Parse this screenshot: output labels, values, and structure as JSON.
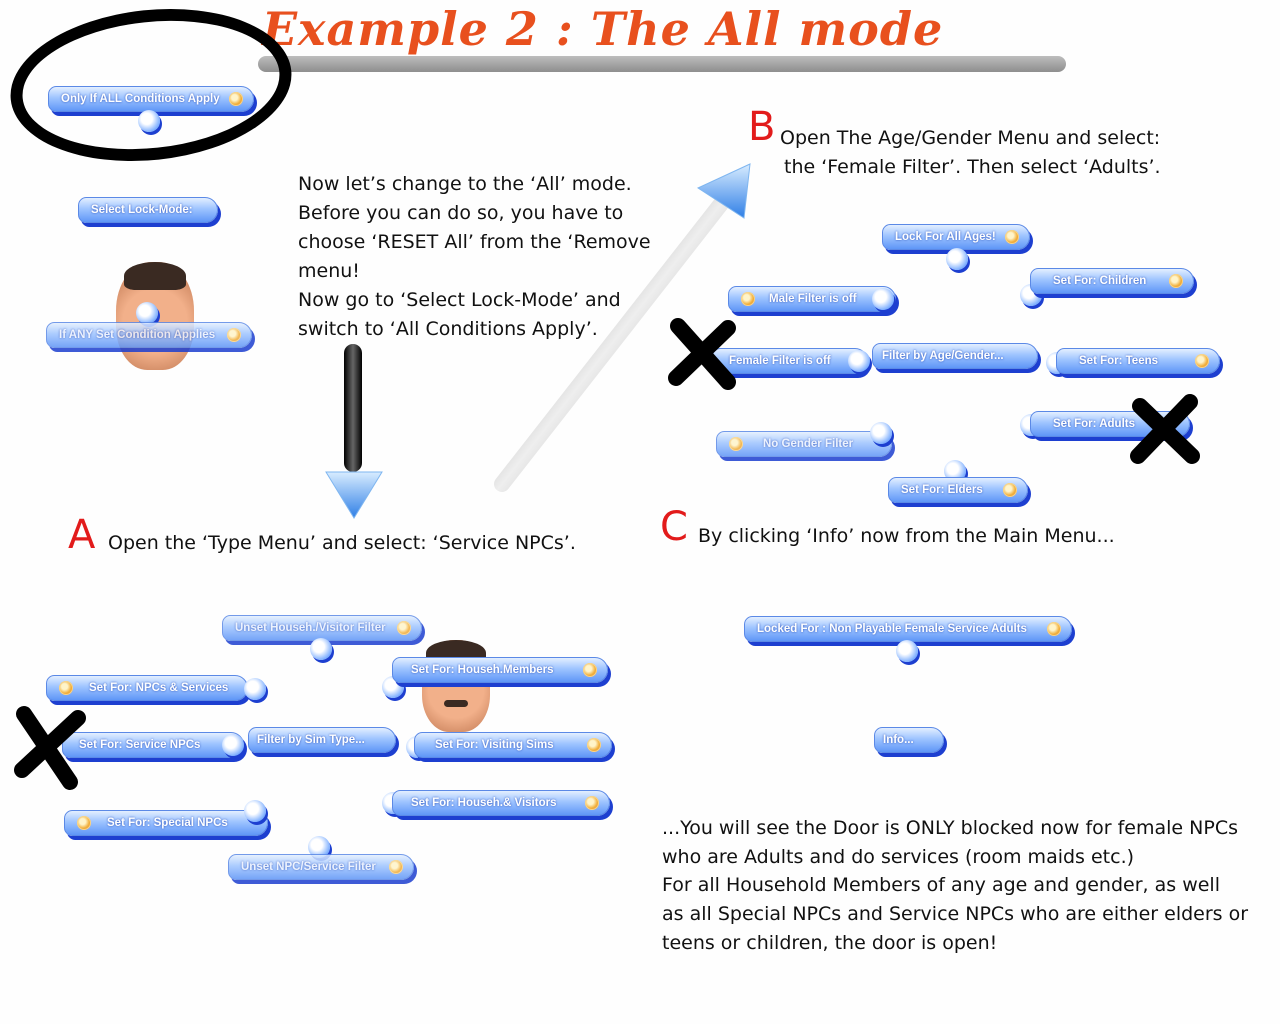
{
  "title": "Example 2 : The All mode",
  "steps": {
    "a": {
      "letter": "A",
      "text": "Open the ‘Type Menu’ and select: ‘Service NPCs’."
    },
    "b": {
      "letter": "B",
      "line1": "Open The Age/Gender Menu and select:",
      "line2": "the ‘Female Filter’. Then select ‘Adults’."
    },
    "c": {
      "letter": "C",
      "text": "By clicking ‘Info’ now from the Main Menu..."
    }
  },
  "intro": {
    "lines": [
      "Now let’s change to the ‘All’ mode.",
      "Before you can do so, you have to",
      "choose ‘RESET All’ from the ‘Remove",
      "menu!",
      "Now go to ‘Select Lock-Mode’ and",
      "switch to ‘All Conditions Apply’."
    ]
  },
  "outro": {
    "lines": [
      "...You will see the Door is ONLY blocked now for female NPCs",
      "who are Adults and do services (room maids etc.)",
      "For all Household Members of any age and gender, as well",
      "as all Special NPCs and Service NPCs who are either elders or",
      "teens or children, the door is open!"
    ]
  },
  "buttons": {
    "only_if_all": "Only If ALL Conditions Apply",
    "select_lock_mode": "Select Lock-Mode:",
    "if_any": "If ANY Set Condition Applies",
    "lock_all_ages": "Lock For All Ages!",
    "set_children": "Set For: Children",
    "male_filter_off": "Male Filter is off",
    "female_filter_off": "Female Filter is off",
    "filter_age_gender": "Filter by Age/Gender...",
    "set_teens": "Set For: Teens",
    "set_adults": "Set For: Adults",
    "no_gender_filter": "No Gender Filter",
    "set_elders": "Set For: Elders",
    "unset_househ_visitor": "Unset Househ./Visitor Filter",
    "set_househ_members": "Set For: Househ.Members",
    "set_npcs_services": "Set For: NPCs & Services",
    "set_service_npcs": "Set For: Service NPCs",
    "filter_sim_type": "Filter by Sim Type...",
    "set_visiting_sims": "Set For: Visiting Sims",
    "set_househ_visitors": "Set For: Househ.& Visitors",
    "set_special_npcs": "Set For: Special NPCs",
    "unset_npc_service": "Unset NPC/Service Filter",
    "locked_for": "Locked For : Non Playable Female Service Adults",
    "info": "Info..."
  },
  "colors": {
    "title": "#e8501e",
    "step_letter": "#e21b1b",
    "button_face": "#9ec4ff",
    "button_shadow": "#1d3fd0"
  }
}
